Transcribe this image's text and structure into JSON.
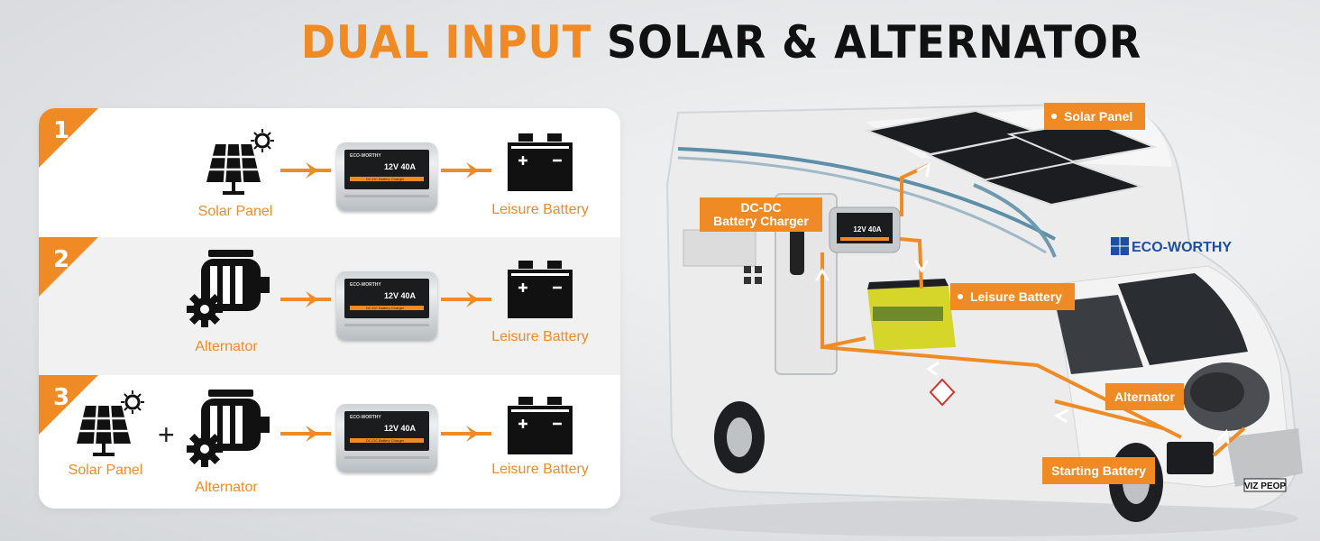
{
  "headline": {
    "accent": "DUAL INPUT",
    "main": "SOLAR & ALTERNATOR"
  },
  "rows": [
    {
      "badge": "1",
      "source_label": "Solar Panel",
      "charger_brand": "ECO-WORTHY",
      "charger_model": "12V 40A",
      "charger_stripe": "DC-DC Battery Charger",
      "target_label": "Leisure Battery"
    },
    {
      "badge": "2",
      "source_label": "Alternator",
      "charger_brand": "ECO-WORTHY",
      "charger_model": "12V 40A",
      "charger_stripe": "DC-DC Battery Charger",
      "target_label": "Leisure Battery"
    },
    {
      "badge": "3",
      "source_label_a": "Solar Panel",
      "plus": "+",
      "source_label_b": "Alternator",
      "charger_brand": "ECO-WORTHY",
      "charger_model": "12V 40A",
      "charger_stripe": "DC-DC Battery Charger",
      "target_label": "Leisure Battery"
    }
  ],
  "scene": {
    "brand": "ECO-WORTHY",
    "plate": "VIZ PEOP",
    "charger_model": "12V 40A",
    "callouts": {
      "solar_panel": "Solar Panel",
      "dcdc_line1": "DC-DC",
      "dcdc_line2": "Battery Charger",
      "leisure_battery": "Leisure Battery",
      "alternator": "Alternator",
      "starting_battery": "Starting Battery"
    }
  },
  "colors": {
    "accent": "#f08a24",
    "icon": "#111111",
    "row_alt": "#f1f1f2"
  },
  "icons": [
    "solar-panel-icon",
    "alternator-icon",
    "battery-icon",
    "chevron-arrow-icon",
    "sun-icon",
    "gear-icon"
  ]
}
